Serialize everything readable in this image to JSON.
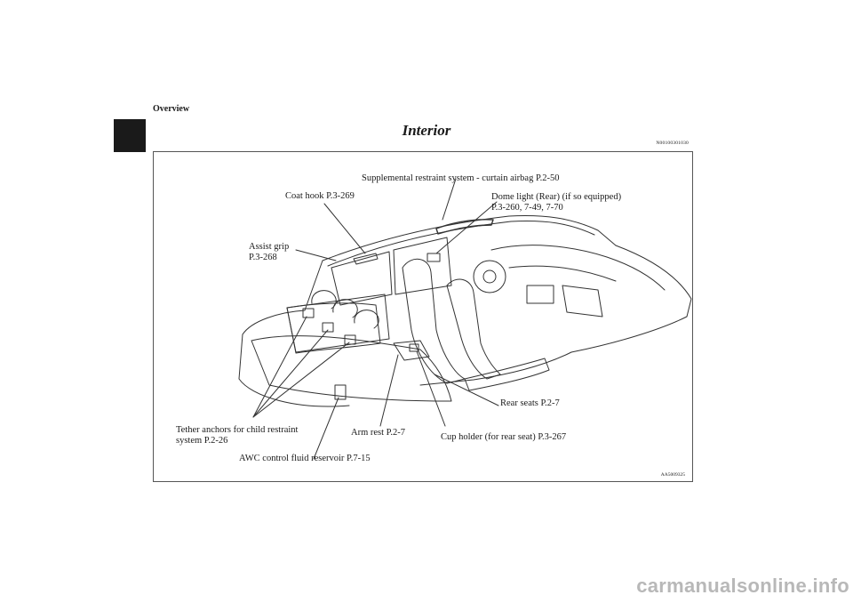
{
  "header": {
    "section": "Overview",
    "title": "Interior",
    "doc_code": "N00100301030"
  },
  "figure": {
    "code": "AA5009325",
    "callouts": {
      "airbag": "Supplemental restraint system - curtain airbag P.2-50",
      "coat_hook": "Coat hook P.3-269",
      "dome_light_line1": "Dome light (Rear) (if so equipped)",
      "dome_light_line2": "P.3-260, 7-49, 7-70",
      "assist_grip_line1": "Assist grip",
      "assist_grip_line2": "P.3-268",
      "rear_seats": "Rear seats P.2-7",
      "tether_line1": "Tether anchors for child restraint",
      "tether_line2": "system P.2-26",
      "arm_rest": "Arm rest P.2-7",
      "cup_holder": "Cup holder (for rear seat) P.3-267",
      "awc": "AWC control fluid reservoir P.7-15"
    }
  },
  "watermark": "carmanualsonline.info"
}
